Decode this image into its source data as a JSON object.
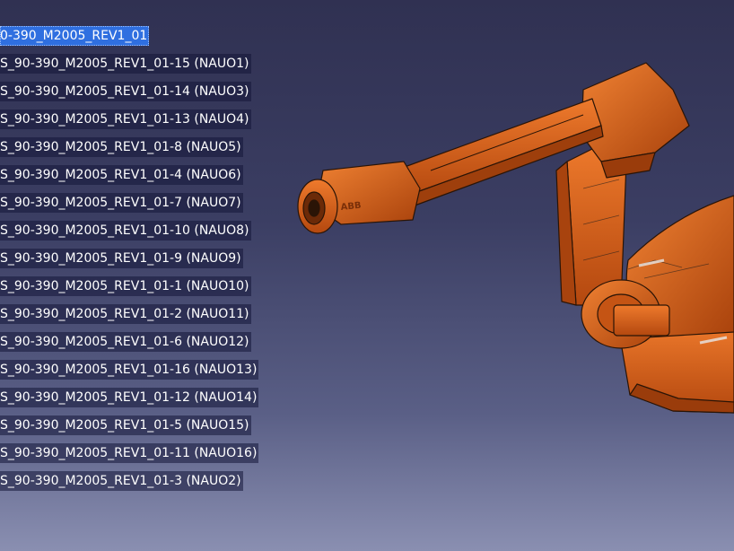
{
  "tree": {
    "root": {
      "label": "0-390_M2005_REV1_01"
    },
    "items": [
      {
        "label": "S_90-390_M2005_REV1_01-15 (NAUO1)"
      },
      {
        "label": "S_90-390_M2005_REV1_01-14 (NAUO3)"
      },
      {
        "label": "S_90-390_M2005_REV1_01-13 (NAUO4)"
      },
      {
        "label": "S_90-390_M2005_REV1_01-8 (NAUO5)"
      },
      {
        "label": "S_90-390_M2005_REV1_01-4 (NAUO6)"
      },
      {
        "label": "S_90-390_M2005_REV1_01-7 (NAUO7)"
      },
      {
        "label": "S_90-390_M2005_REV1_01-10 (NAUO8)"
      },
      {
        "label": "S_90-390_M2005_REV1_01-9 (NAUO9)"
      },
      {
        "label": "S_90-390_M2005_REV1_01-1 (NAUO10)"
      },
      {
        "label": "S_90-390_M2005_REV1_01-2 (NAUO11)"
      },
      {
        "label": "S_90-390_M2005_REV1_01-6 (NAUO12)"
      },
      {
        "label": "S_90-390_M2005_REV1_01-16 (NAUO13)"
      },
      {
        "label": "S_90-390_M2005_REV1_01-12 (NAUO14)"
      },
      {
        "label": "S_90-390_M2005_REV1_01-5 (NAUO15)"
      },
      {
        "label": "S_90-390_M2005_REV1_01-11 (NAUO16)"
      },
      {
        "label": "S_90-390_M2005_REV1_01-3 (NAUO2)"
      }
    ]
  },
  "model": {
    "brand_mark": "ABB",
    "color": "#d2601b"
  }
}
